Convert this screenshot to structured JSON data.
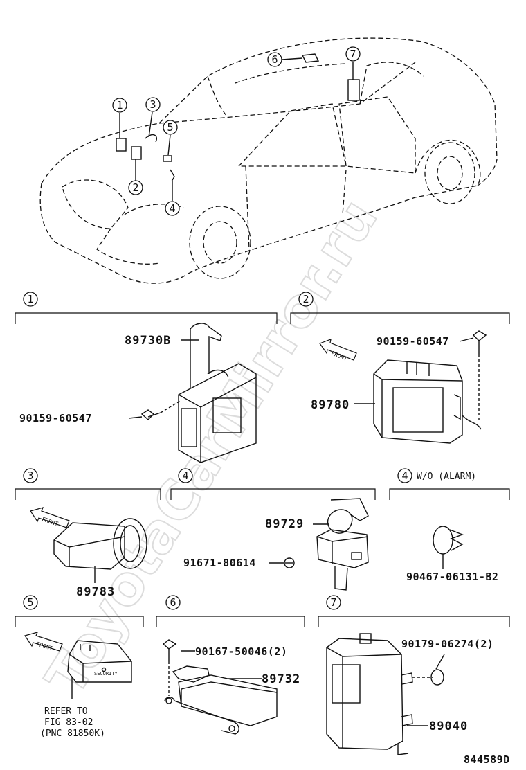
{
  "watermark": "ToyotaCarMirror.ru",
  "drawing_id": "844589D",
  "overview": {
    "callouts": [
      "1",
      "2",
      "3",
      "4",
      "5",
      "6",
      "7"
    ]
  },
  "sections": {
    "s1": {
      "num": "1",
      "parts": {
        "bracket": "89730B",
        "bolt": "90159-60547"
      }
    },
    "s2": {
      "num": "2",
      "front": "FRONT",
      "parts": {
        "bolt": "90159-60547",
        "unit": "89780"
      }
    },
    "s3": {
      "num": "3",
      "front": "FRONT",
      "parts": {
        "unit": "89783"
      }
    },
    "s4": {
      "num": "4",
      "parts": {
        "switch": "89729",
        "clip": "91671-80614"
      }
    },
    "s4b": {
      "num": "4",
      "condition": "W/O  (ALARM)",
      "parts": {
        "plug": "90467-06131-B2"
      }
    },
    "s5": {
      "num": "5",
      "front": "FRONT",
      "badge": "SECURITY",
      "note_lines": [
        "REFER TO",
        "FIG 83-02",
        "(PNC 81850K)"
      ]
    },
    "s6": {
      "num": "6",
      "parts": {
        "bolt": "90167-50046(2)",
        "unit": "89732"
      }
    },
    "s7": {
      "num": "7",
      "parts": {
        "nut": "90179-06274(2)",
        "unit": "89040"
      }
    }
  }
}
